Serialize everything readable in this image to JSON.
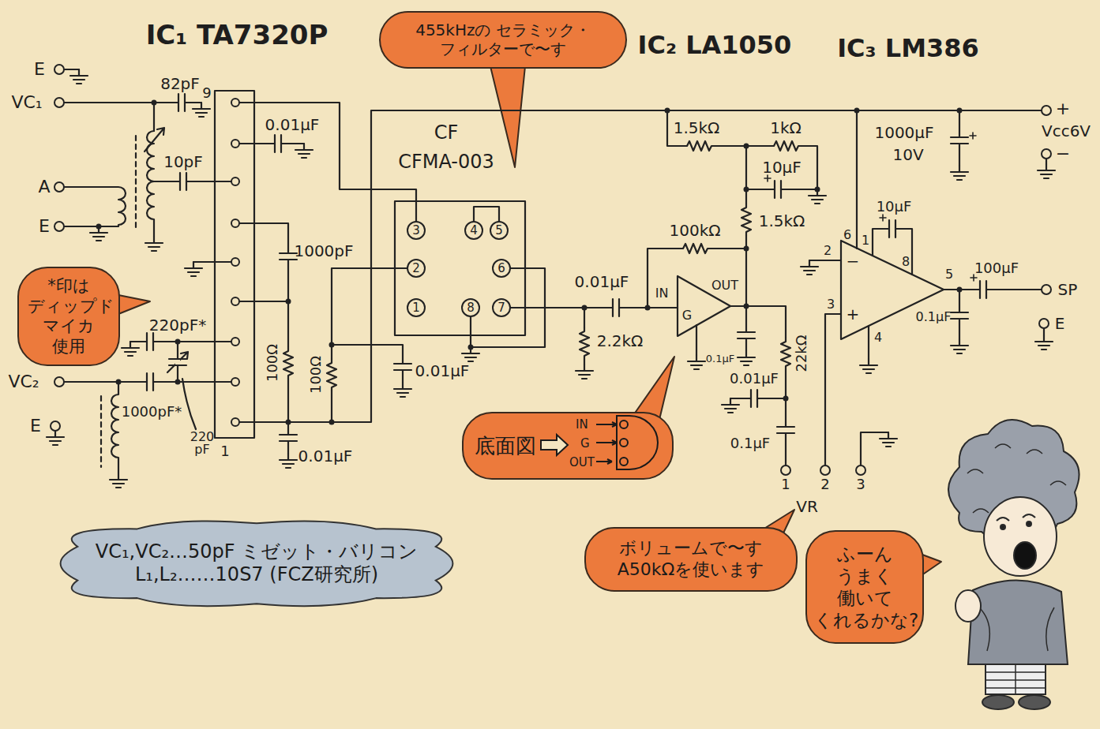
{
  "diagram": {
    "nodes": [
      {
        "text": [
          "455kHzの セラミック・フィルターで〜す"
        ]
      },
      {
        "text": [
          "*印は ディップド マイカ 使用"
        ]
      },
      {
        "text": [
          "底面図",
          "IN",
          "G",
          "OUT"
        ]
      },
      {
        "text": [
          "ボリュームで〜す A50kΩを使います"
        ]
      },
      {
        "text": [
          "ふーん うまく 働いて くれるかな?"
        ]
      },
      {
        "text": [
          "VC₁,VC₂…50pF ミゼット・バリコン",
          "L₁,L₂……10S7 (FCZ研究所)"
        ]
      }
    ],
    "labels": [
      "IC₁ TA7320P",
      "IC₂ LA1050",
      "IC₃ LM386",
      "E",
      "VC₁",
      "82pF",
      "9",
      "0.01μF",
      "10pF",
      "A",
      "E",
      "1000pF",
      "220pF*",
      "VC₂",
      "1000pF*",
      "220 pF",
      "E",
      "1",
      "100Ω",
      "100Ω",
      "0.01μF",
      "CF",
      "CFMA-003",
      "3",
      "4",
      "5",
      "2",
      "6",
      "1",
      "8",
      "7",
      "0.01μF",
      "0.01μF",
      "2.2kΩ",
      "100kΩ",
      "IN",
      "OUT",
      "G",
      "0.1μF",
      "1.5kΩ",
      "1kΩ",
      "10μF",
      "1.5kΩ",
      "22kΩ",
      "0.01μF",
      "0.1μF",
      "1",
      "2",
      "3",
      "VR",
      "1000μF",
      "10V",
      "+",
      "Vcc6V",
      "−",
      "10μF",
      "6",
      "1",
      "8",
      "2",
      "3",
      "4",
      "5",
      "−",
      "+",
      "100μF",
      "SP",
      "0.1μF",
      "E"
    ]
  }
}
